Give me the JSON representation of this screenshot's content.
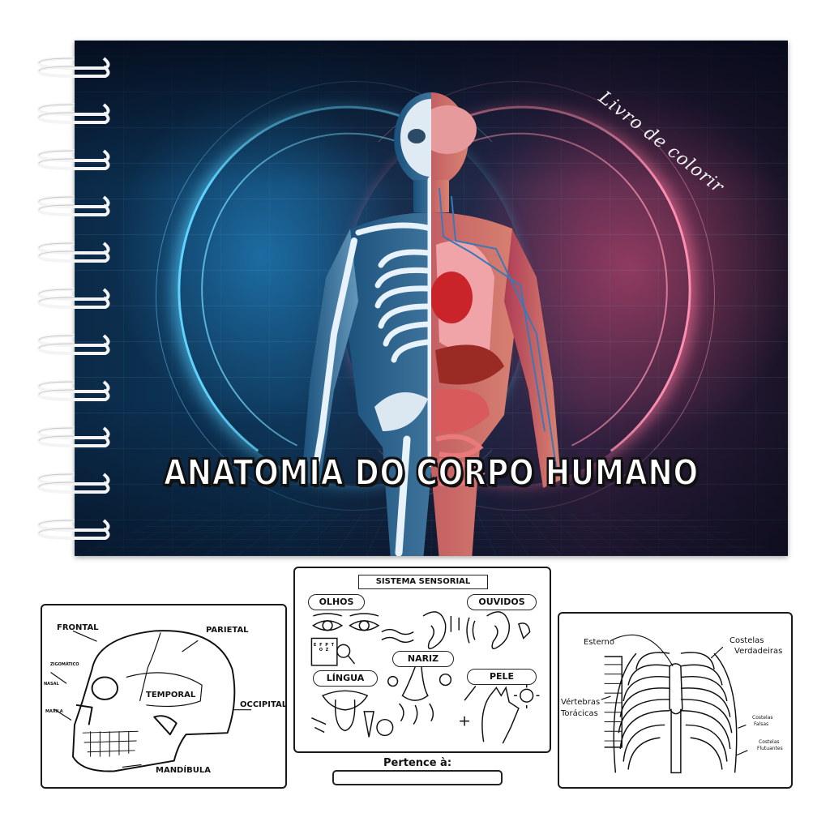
{
  "cover": {
    "title": "ANATOMIA DO CORPO HUMANO",
    "subtitle_script": "Livro de colorir",
    "colors": {
      "left_glow": "#5fd4ff",
      "right_glow": "#ff8fb0",
      "background_dark": "#0b1426",
      "title_fill": "#ffffff",
      "title_stroke": "#111111"
    },
    "illustration": "half-skeleton-half-organs-human-figure"
  },
  "binding": {
    "type": "spiral",
    "ring_count": 11,
    "ring_color": "#f4f4f4"
  },
  "previews": {
    "skull": {
      "labels": {
        "frontal": "FRONTAL",
        "parietal": "PARIETAL",
        "zigomatico": "ZIGOMÁTICO",
        "nasal": "NASAL",
        "temporal": "TEMPORAL",
        "occipital": "OCCIPITAL",
        "maxila": "MAXILA",
        "mandibula": "MANDÍBULA"
      }
    },
    "sensory": {
      "banner": "SISTEMA SENSORIAL",
      "sections": {
        "olhos": "OLHOS",
        "ouvidos": "OUVIDOS",
        "nariz": "NARIZ",
        "lingua": "LÍNGUA",
        "pele": "PELE"
      },
      "eye_chart": "E F P T O Z"
    },
    "ribcage": {
      "labels": {
        "esterno": "Esterno",
        "costelas_verdadeiras_1": "Costelas",
        "costelas_verdadeiras_2": "Verdadeiras",
        "vertebras_1": "Vértebras",
        "vertebras_2": "Torácicas",
        "costelas_falsas_1": "Costelas",
        "costelas_falsas_2": "Falsas",
        "costelas_flutuantes_1": "Costelas",
        "costelas_flutuantes_2": "Flutuantes"
      }
    }
  },
  "owner": {
    "label": "Pertence à:",
    "value": ""
  }
}
